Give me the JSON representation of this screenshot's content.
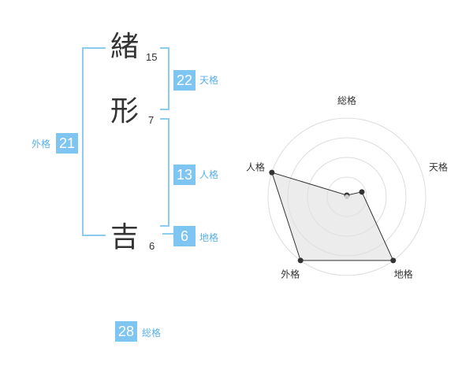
{
  "name": {
    "chars": [
      {
        "char": "緒",
        "strokes": "15"
      },
      {
        "char": "形",
        "strokes": "7"
      },
      {
        "char": "吉",
        "strokes": "6"
      }
    ]
  },
  "fortune": {
    "tenkaku": {
      "value": "22",
      "label": "天格"
    },
    "jinkaku": {
      "value": "13",
      "label": "人格"
    },
    "chikaku": {
      "value": "6",
      "label": "地格"
    },
    "gaikaku": {
      "value": "21",
      "label": "外格"
    },
    "soukaku": {
      "value": "28",
      "label": "総格"
    }
  },
  "colors": {
    "badge": "#7fc5f2",
    "bracket": "#8ccbf2",
    "label": "#5ab0e6"
  },
  "chart_data": {
    "type": "radar",
    "axes": [
      "総格",
      "天格",
      "地格",
      "外格",
      "人格"
    ],
    "values": [
      0.02,
      0.2,
      1.0,
      1.0,
      1.0
    ],
    "range": [
      0,
      1
    ],
    "rings": 4
  }
}
